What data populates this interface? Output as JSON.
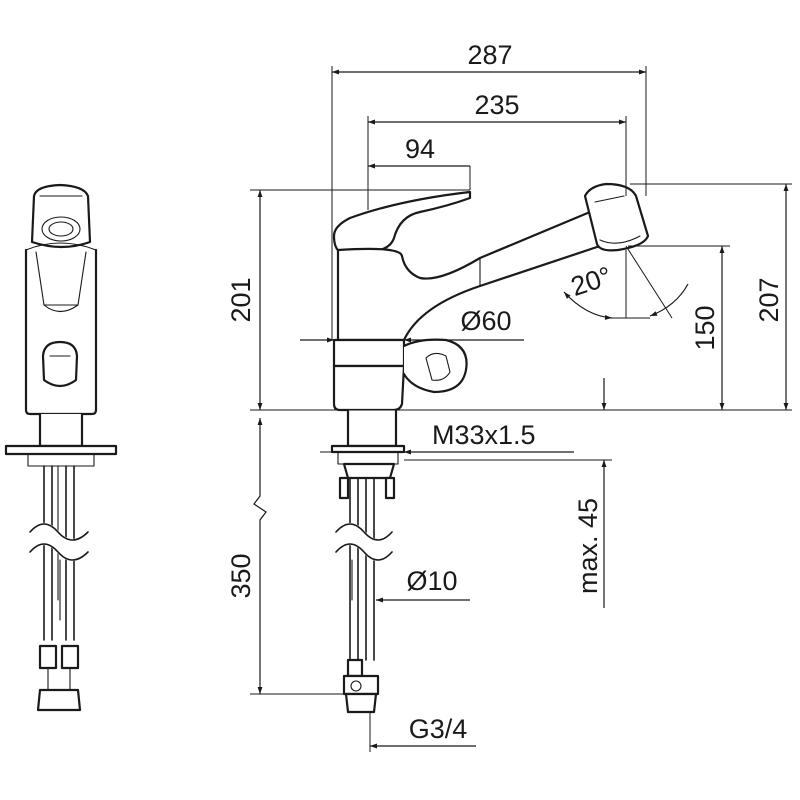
{
  "dimensions": {
    "overall_reach": "287",
    "spout_reach": "235",
    "lever_reach": "94",
    "body_height": "201",
    "overall_height": "207",
    "aerator_height": "150",
    "base_diameter": "Ø60",
    "spout_angle": "20°",
    "thread": "M33x1.5",
    "max_counter_thickness": "max. 45",
    "hose_length": "350",
    "hose_diameter": "Ø10",
    "connection": "G3/4"
  }
}
